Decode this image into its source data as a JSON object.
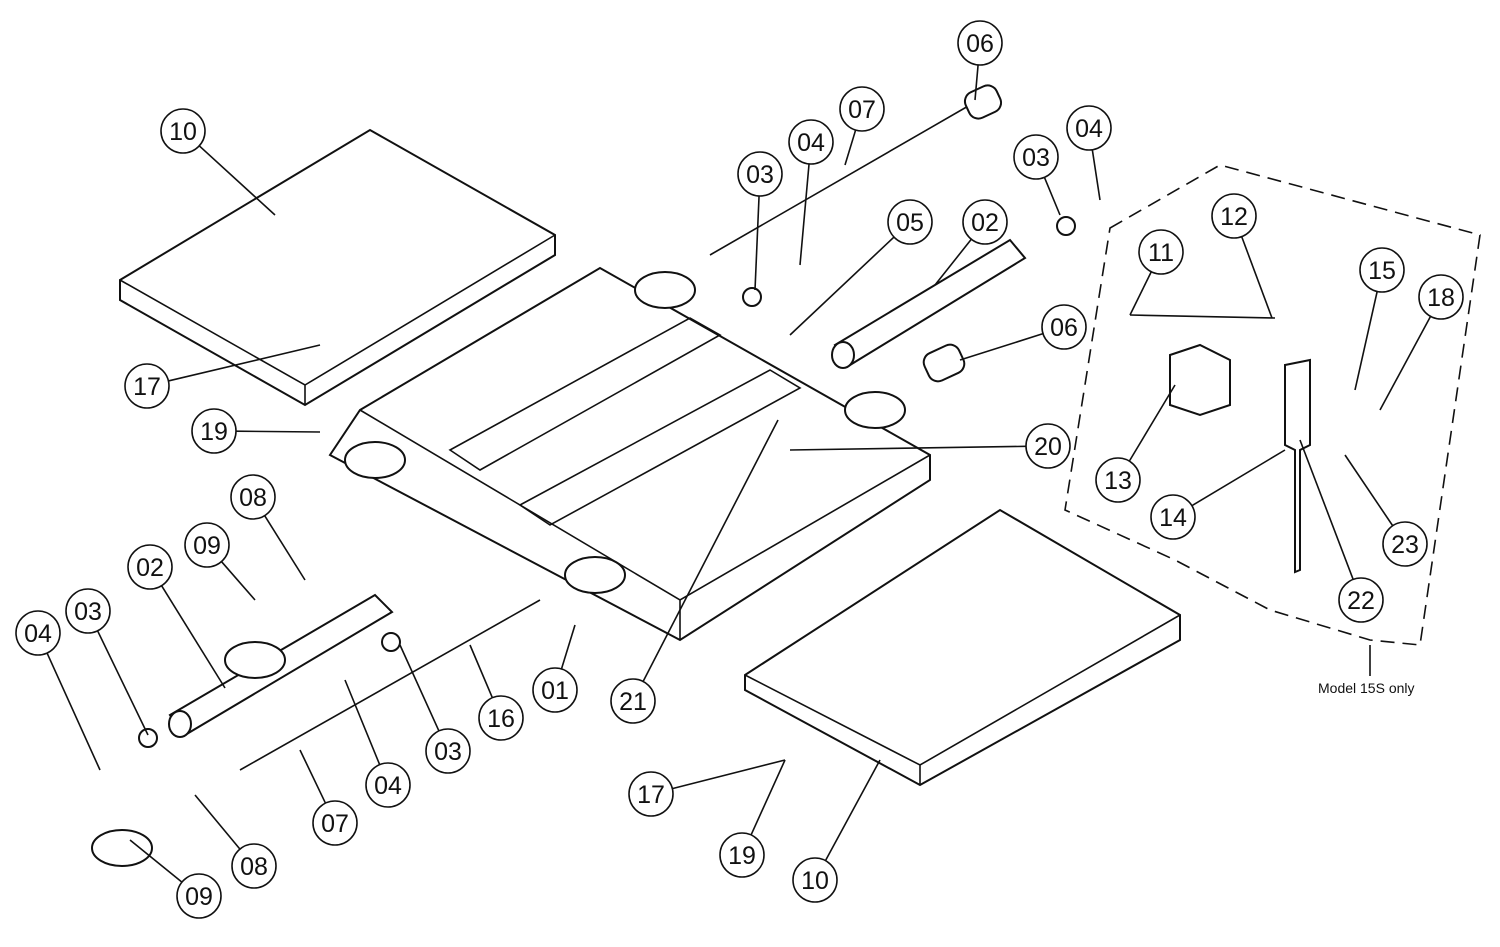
{
  "diagram": {
    "type": "exploded parts diagram",
    "callouts": [
      "06",
      "07",
      "04",
      "03",
      "04",
      "03",
      "05",
      "02",
      "10",
      "17",
      "19",
      "08",
      "09",
      "02",
      "03",
      "04",
      "06",
      "11",
      "12",
      "15",
      "18",
      "20",
      "13",
      "14",
      "23",
      "22",
      "01",
      "21",
      "16",
      "03",
      "04",
      "07",
      "08",
      "09",
      "17",
      "19",
      "10"
    ],
    "note": "Model 15S only"
  }
}
